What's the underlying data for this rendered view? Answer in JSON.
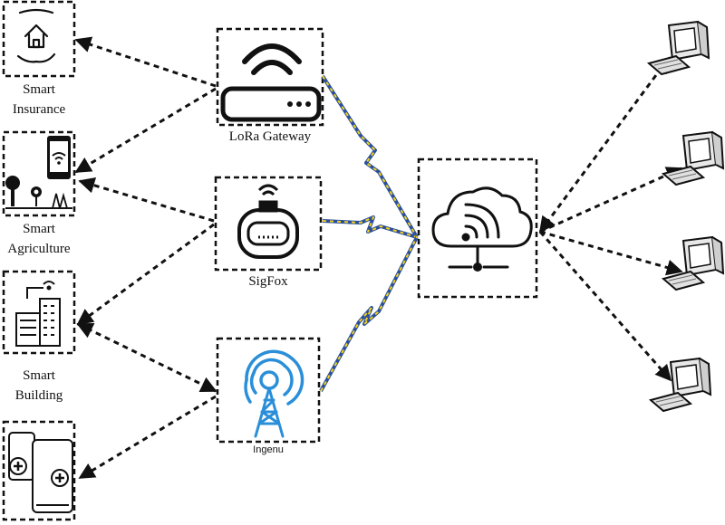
{
  "applications": [
    {
      "label_line1": "Smart",
      "label_line2": "Insurance",
      "icon": "house-in-hands-icon"
    },
    {
      "label_line1": "Smart",
      "label_line2": "Agriculture",
      "icon": "smartphone-plants-icon"
    },
    {
      "label_line1": "Smart",
      "label_line2": "Building",
      "icon": "smart-building-icon"
    },
    {
      "label_line1": "",
      "label_line2": "",
      "icon": "medical-phones-icon"
    }
  ],
  "gateways": [
    {
      "label": "LoRa Gateway",
      "icon": "wifi-router-icon"
    },
    {
      "label": "SigFox",
      "icon": "sigfox-device-icon"
    },
    {
      "label": "Ingenu",
      "icon": "radio-tower-icon"
    }
  ],
  "cloud": {
    "icon": "cloud-network-icon"
  },
  "clients": {
    "count": 4,
    "icon": "desktop-computer-icon"
  },
  "colors": {
    "line": "#111111",
    "wireless_blue": "#2a4f9c",
    "wireless_yellow": "#f2d21b",
    "tower_blue": "#2a8fd8"
  }
}
